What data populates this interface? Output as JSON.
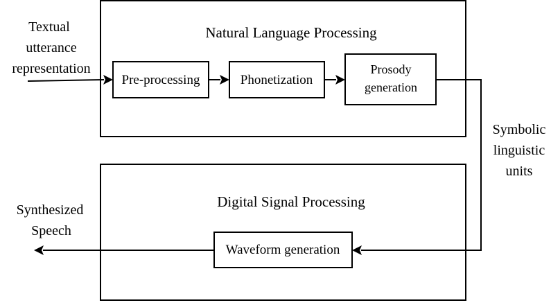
{
  "nlp": {
    "title": "Natural Language Processing",
    "steps": {
      "preprocessing": "Pre-processing",
      "phonetization": "Phonetization",
      "prosody_line1": "Prosody",
      "prosody_line2": "generation"
    }
  },
  "dsp": {
    "title": "Digital Signal Processing",
    "waveform": "Waveform generation"
  },
  "labels": {
    "input": [
      "Textual",
      "utterance",
      "representation"
    ],
    "intermediate": [
      "Symbolic",
      "linguistic",
      "units"
    ],
    "output": [
      "Synthesized",
      "Speech"
    ]
  }
}
